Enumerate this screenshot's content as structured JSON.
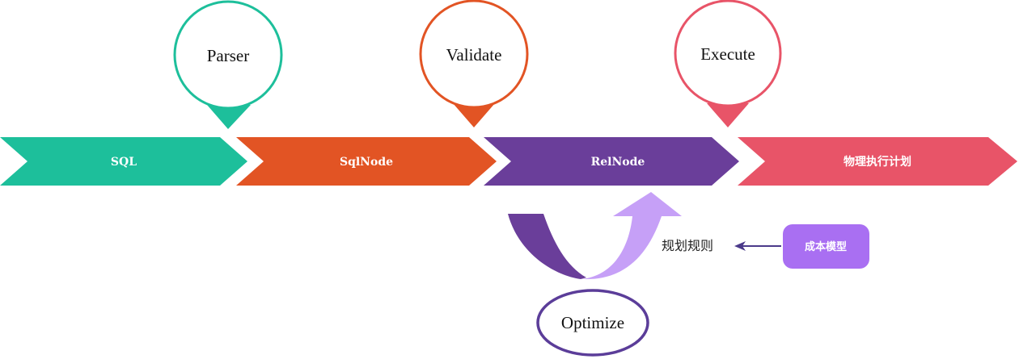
{
  "stages": [
    {
      "label": "SQL",
      "color": "#1dbf9b"
    },
    {
      "label": "SqlNode",
      "color": "#e25424"
    },
    {
      "label": "RelNode",
      "color": "#6a3e9a"
    },
    {
      "label": "物理执行计划",
      "color": "#e85468"
    }
  ],
  "bubbles": [
    {
      "label": "Parser",
      "color": "#1dbf9b"
    },
    {
      "label": "Validate",
      "color": "#e25424"
    },
    {
      "label": "Execute",
      "color": "#e85468"
    }
  ],
  "optimize": {
    "label": "Optimize",
    "border_color": "#5b3d99",
    "down_arrow_color": "#6a3e9a",
    "up_arrow_color": "#c6a0f7"
  },
  "rules_label": "规划规则",
  "cost_model": {
    "label": "成本模型",
    "color": "#a96ff2"
  },
  "connector_color": "#4b3a8a"
}
